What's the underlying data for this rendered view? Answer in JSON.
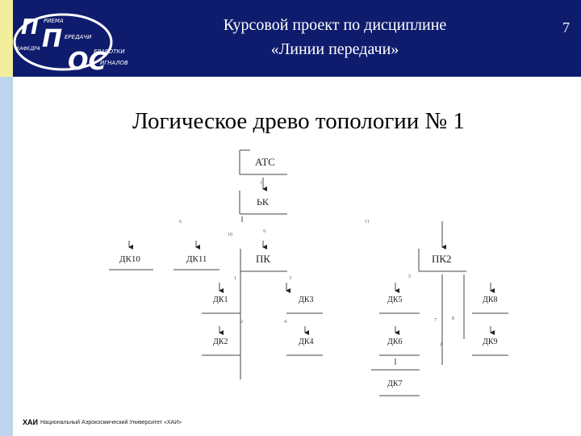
{
  "header": {
    "title_line1": "Курсовой проект по дисциплине",
    "title_line2": "«Линии передачи»",
    "slide_number": "7"
  },
  "logo": {
    "letters_top": "П",
    "letters_top2": "П",
    "letters_bottom": "ОС",
    "word1": "РИЕМА",
    "word2": "ЕРЕДАЧИ",
    "word3": "БРАБОТКИ",
    "word4": "ИГНАЛОВ",
    "word5": "КАФЕДРА"
  },
  "heading": "Логическое древо топологии № 1",
  "nodes": {
    "atc": "АТС",
    "yk": "ЬК",
    "dk10": "ДК10",
    "dk11": "ДК11",
    "pk": "ПК",
    "pk2": "ПК2",
    "dk1": "ДК1",
    "dk3": "ДК3",
    "dk2": "ДК2",
    "dk4": "ДК4",
    "dk5": "ДК5",
    "dk8": "ДК8",
    "dk6": "ДК6",
    "dk9": "ДК9",
    "dk7": "ДК7"
  },
  "edge_labels": {
    "e1": "1",
    "e6": "6",
    "e11": "11",
    "e10": "10",
    "e9": "9",
    "e1b": "1",
    "e3": "3",
    "e4": "4",
    "e5": "5",
    "e2": "2",
    "e7": "7",
    "e8": "8",
    "e2b": "2"
  },
  "footer": {
    "logo_text": "ХАИ",
    "text": "Национальный Аэрокосмический Университет «ХАИ»"
  }
}
